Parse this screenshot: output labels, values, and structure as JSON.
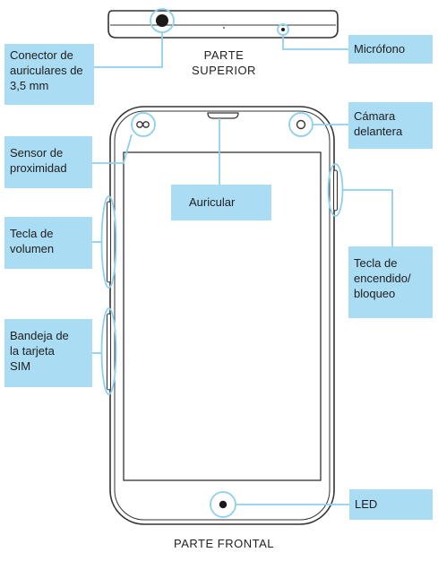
{
  "captions": {
    "top_view": "PARTE\nSUPERIOR",
    "front_view": "PARTE FRONTAL"
  },
  "labels": {
    "headset_jack": "Conector de\nauriculares de\n3,5 mm",
    "microphone": "Micrófono",
    "proximity_sensor": "Sensor de\nproximidad",
    "front_camera": "Cámara\ndelantera",
    "earpiece": "Auricular",
    "volume_key": "Tecla de\nvolumen",
    "power_lock_key": "Tecla de\nencendido/\nbloqueo",
    "sim_tray": "Bandeja de\nla tarjeta\nSIM",
    "led": "LED"
  },
  "colors": {
    "label_fill": "#aadcf3",
    "leader_line": "#8fd0ee",
    "device_outline": "#333333"
  }
}
